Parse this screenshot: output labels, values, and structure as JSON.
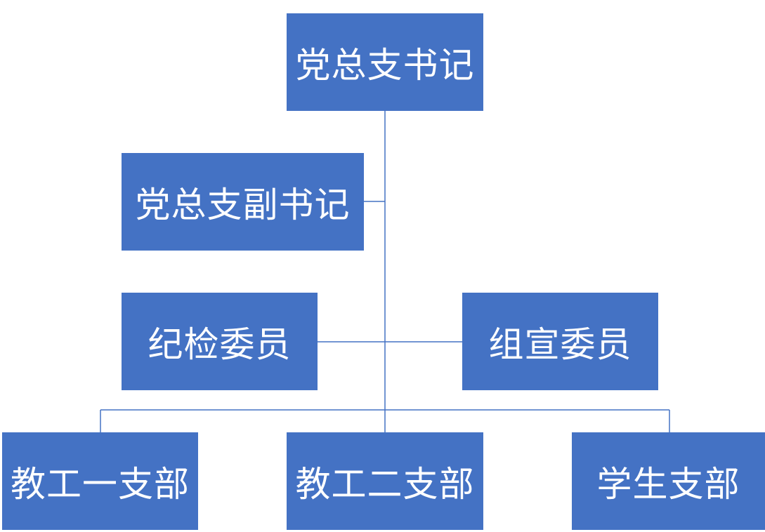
{
  "diagram": {
    "type": "org-chart",
    "colors": {
      "node_fill": "#4472c4",
      "node_text": "#ffffff",
      "connector": "#4472c4",
      "background": "#ffffff"
    },
    "nodes": {
      "secretary": "党总支书记",
      "deputy_secretary": "党总支副书记",
      "discipline_member": "纪检委员",
      "organization_member": "组宣委员",
      "branch_1": "教工一支部",
      "branch_2": "教工二支部",
      "branch_3": "学生支部"
    },
    "edges": [
      [
        "secretary",
        "deputy_secretary"
      ],
      [
        "secretary",
        "discipline_member"
      ],
      [
        "secretary",
        "organization_member"
      ],
      [
        "secretary",
        "branch_1"
      ],
      [
        "secretary",
        "branch_2"
      ],
      [
        "secretary",
        "branch_3"
      ]
    ]
  }
}
